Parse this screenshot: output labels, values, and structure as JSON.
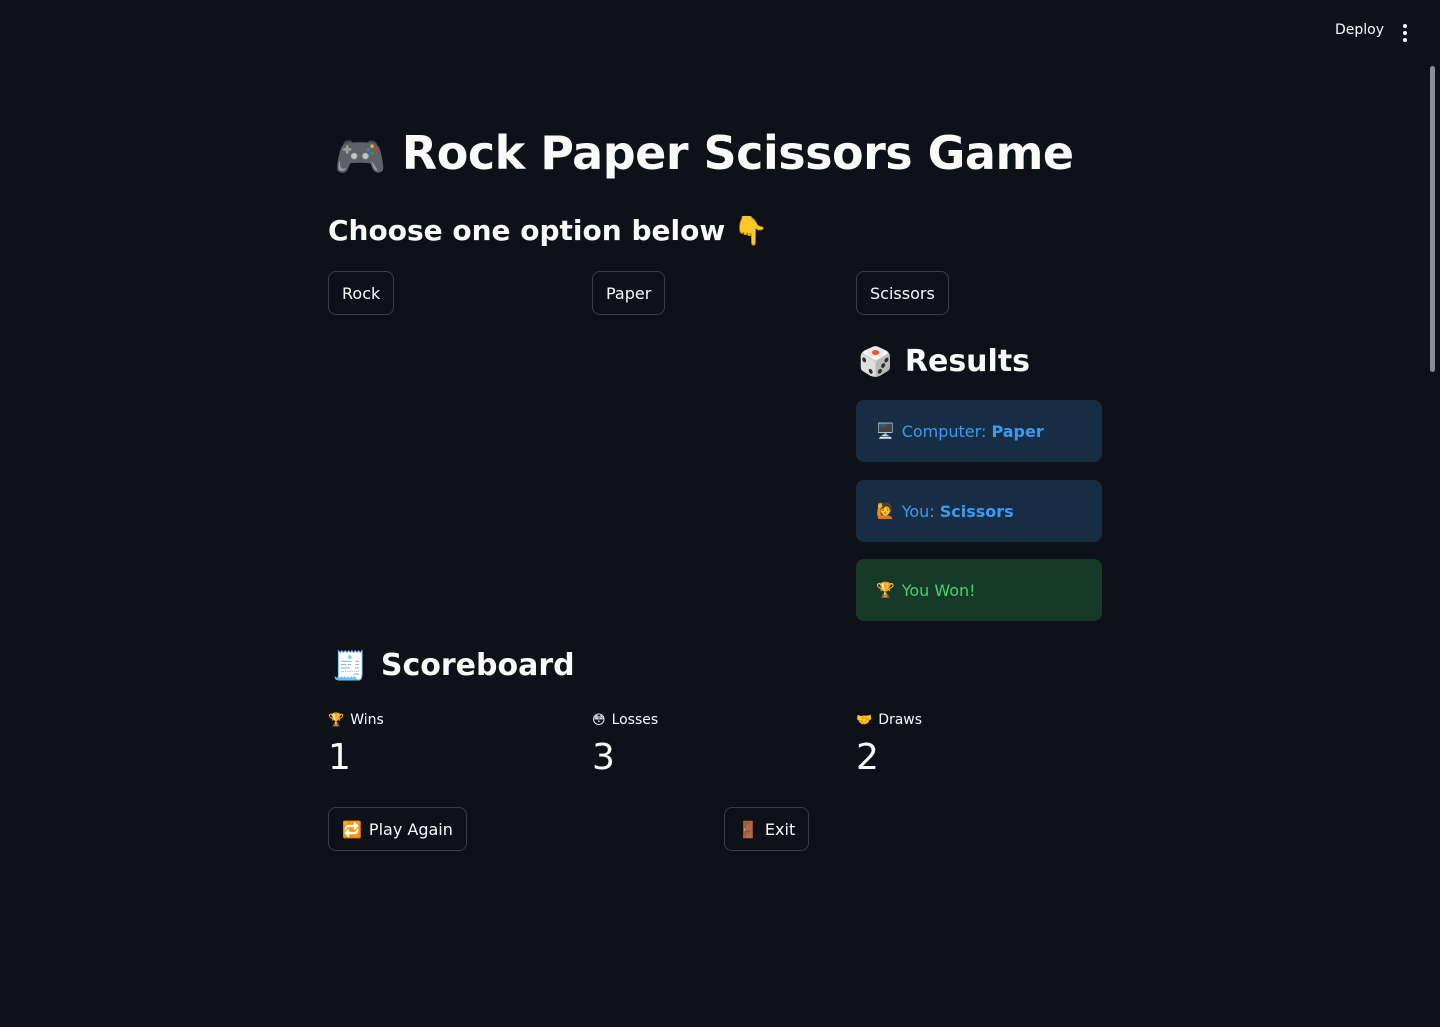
{
  "topbar": {
    "deploy_label": "Deploy",
    "menu_icon": "kebab-menu-icon"
  },
  "title": {
    "icon": "🎮",
    "text": "Rock Paper Scissors Game"
  },
  "subtitle": {
    "text": "Choose one option below",
    "icon": "👇"
  },
  "choices": [
    {
      "label": "Rock"
    },
    {
      "label": "Paper"
    },
    {
      "label": "Scissors"
    }
  ],
  "results": {
    "icon": "🎲",
    "heading": "Results",
    "computer": {
      "icon": "🖥️",
      "label": "Computer: ",
      "value": "Paper"
    },
    "you": {
      "icon": "🙋",
      "label": "You: ",
      "value": "Scissors"
    },
    "outcome": {
      "icon": "🏆",
      "text": "You Won!"
    }
  },
  "scoreboard": {
    "icon": "🧾",
    "heading": "Scoreboard",
    "wins": {
      "icon": "🏆",
      "label": "Wins",
      "value": "1"
    },
    "losses": {
      "icon": "😳",
      "label": "Losses",
      "value": "3"
    },
    "draws": {
      "icon": "🤝",
      "label": "Draws",
      "value": "2"
    }
  },
  "actions": {
    "play_again": {
      "icon": "🔁",
      "label": "Play Again"
    },
    "exit": {
      "icon": "🚪",
      "label": "Exit"
    }
  },
  "colors": {
    "background": "#0e1117",
    "info_bg": "#172d43",
    "info_text": "#3c9af2",
    "success_bg": "#173928",
    "success_text": "#3dd56d"
  }
}
